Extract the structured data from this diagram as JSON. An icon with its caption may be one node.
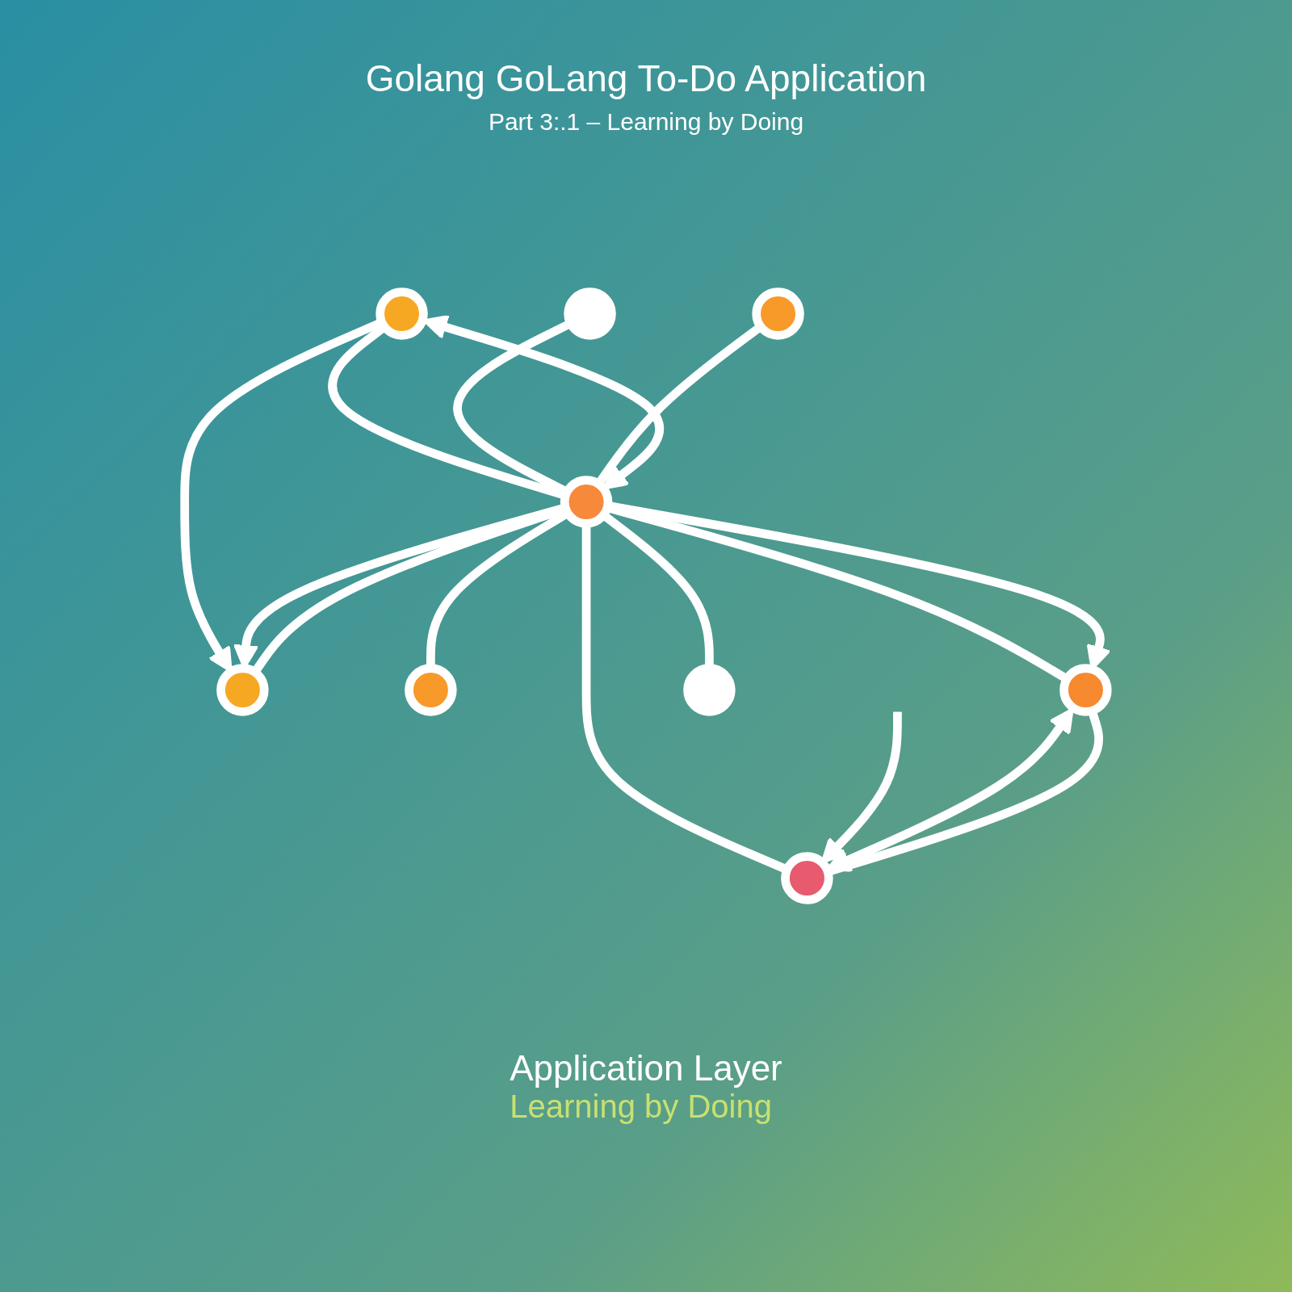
{
  "diagram": {
    "title": "Golang GoLang To-Do Application",
    "nodes": [
      {
        "text": [],
        "shape": "circle"
      },
      {
        "text": [],
        "shape": "circle"
      },
      {
        "text": [],
        "shape": "circle"
      },
      {
        "text": [],
        "shape": "circle"
      },
      {
        "text": [],
        "shape": "circle"
      },
      {
        "text": [],
        "shape": "circle"
      },
      {
        "text": [],
        "shape": "circle"
      },
      {
        "text": [],
        "shape": "circle"
      },
      {
        "text": [],
        "shape": "circle"
      }
    ],
    "edges": [
      {
        "from": 0,
        "to": 4,
        "arrow": "none"
      },
      {
        "from": 1,
        "to": 4,
        "arrow": "none"
      },
      {
        "from": 2,
        "to": 4,
        "arrow": "none"
      },
      {
        "from": 3,
        "to": 4,
        "arrow": "none"
      },
      {
        "from": 4,
        "to": 5,
        "arrow": "none"
      },
      {
        "from": 4,
        "to": 6,
        "arrow": "none"
      },
      {
        "from": 4,
        "to": 7,
        "arrow": "none"
      },
      {
        "from": 4,
        "to": 8,
        "arrow": "none"
      },
      {
        "from": 0,
        "to": 2,
        "arrow": "to"
      },
      {
        "from": 0,
        "to": 4,
        "arrow": "both"
      },
      {
        "from": 4,
        "to": 2,
        "arrow": "to"
      },
      {
        "from": 4,
        "to": 6,
        "arrow": "to"
      },
      {
        "from": null,
        "to": 8,
        "arrow": "to"
      },
      {
        "from": 6,
        "to": 8,
        "arrow": "both"
      },
      {
        "from": 6,
        "to": 8,
        "arrow": "none"
      }
    ],
    "labels": [
      "Part 3:.1 – Learning by Doing",
      "Application Layer",
      "Learning by Doing"
    ]
  }
}
